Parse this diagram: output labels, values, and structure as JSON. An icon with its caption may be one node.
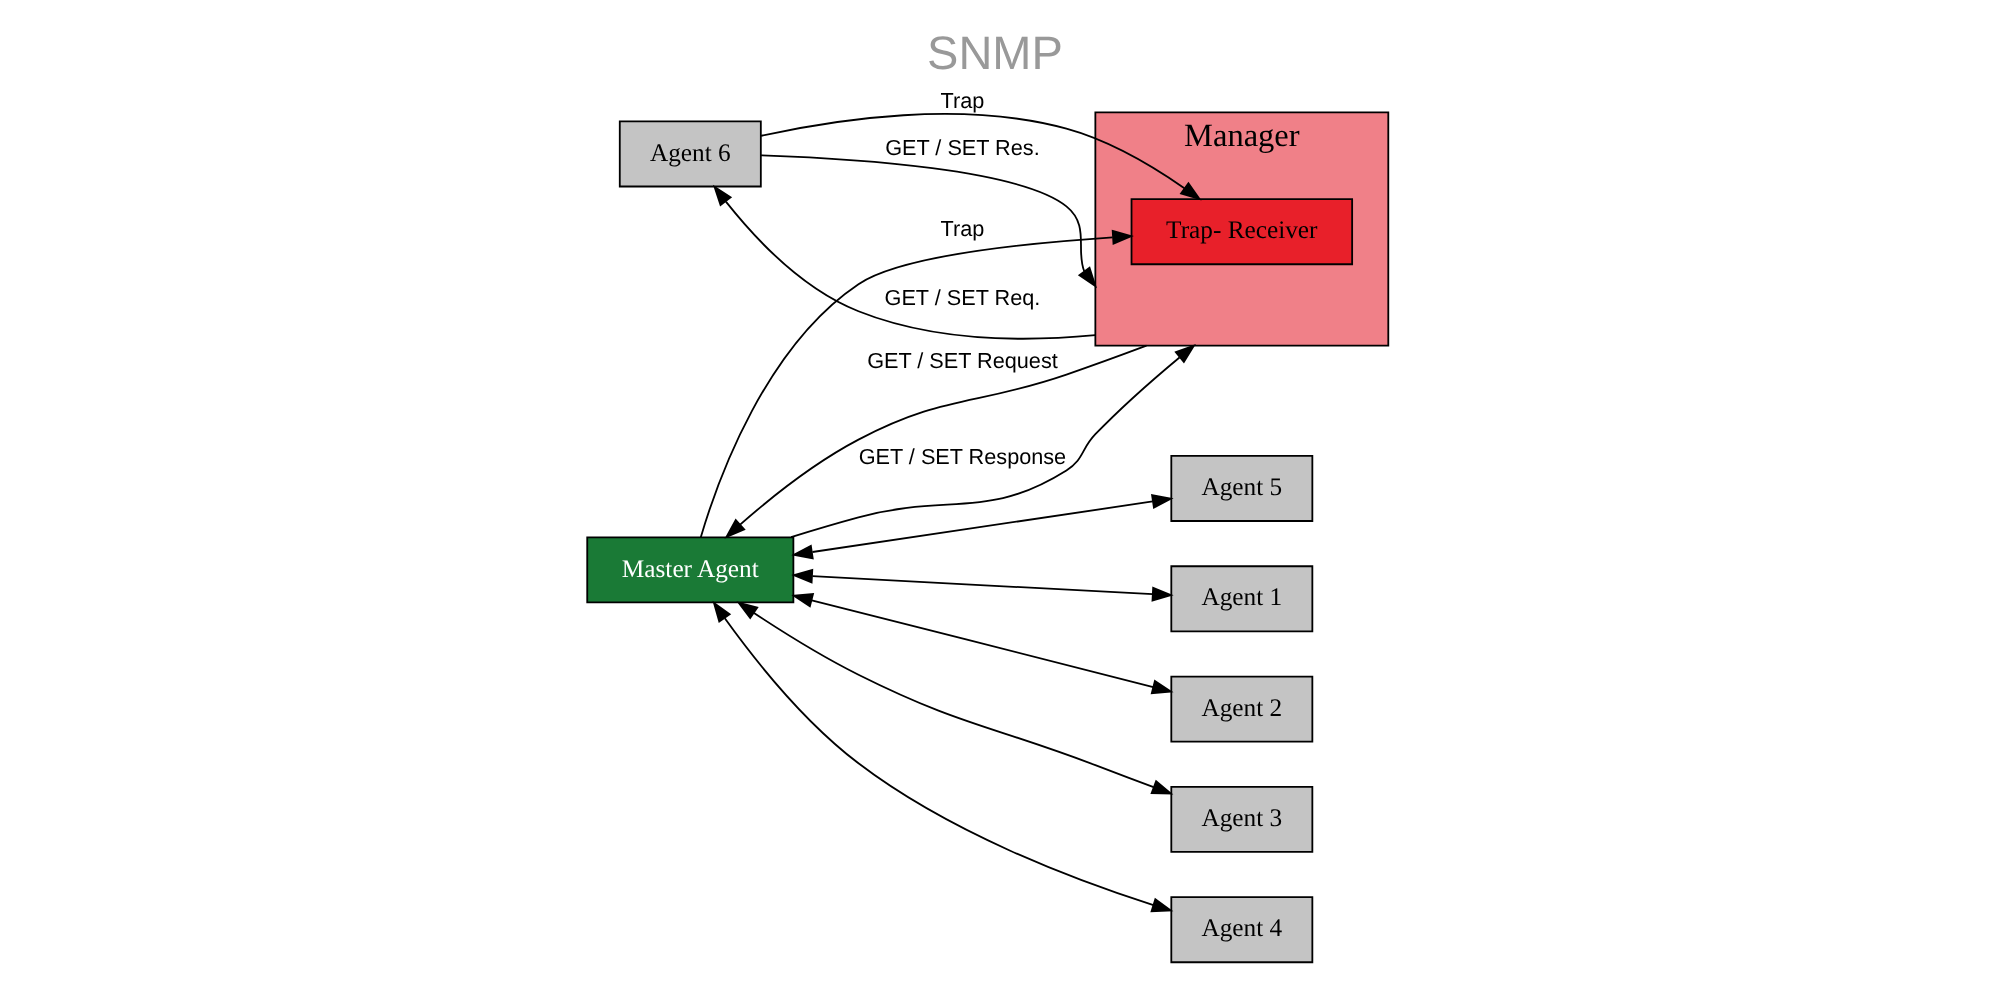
{
  "diagram": {
    "title": "SNMP",
    "nodes": [
      {
        "text": [
          "Manager"
        ]
      },
      {
        "text": [
          "Trap- Receiver"
        ],
        "in": 0
      },
      {
        "text": [
          "Master Agent"
        ]
      },
      {
        "text": [
          "Agent 1"
        ]
      },
      {
        "text": [
          "Agent 2"
        ]
      },
      {
        "text": [
          "Agent 3"
        ]
      },
      {
        "text": [
          "Agent 4"
        ]
      },
      {
        "text": [
          "Agent 5"
        ]
      },
      {
        "text": [
          "Agent 6"
        ]
      }
    ],
    "edges": [
      {
        "from": 0,
        "to": 2,
        "arrow": "to",
        "label": "GET / SET Request"
      },
      {
        "from": 2,
        "to": 0,
        "arrow": "to",
        "label": "GET / SET Response"
      },
      {
        "from": 2,
        "to": 1,
        "arrow": "to",
        "label": "Trap"
      },
      {
        "from": 2,
        "to": 3,
        "arrow": "both"
      },
      {
        "from": 2,
        "to": 4,
        "arrow": "both"
      },
      {
        "from": 2,
        "to": 5,
        "arrow": "both"
      },
      {
        "from": 2,
        "to": 6,
        "arrow": "both"
      },
      {
        "from": 2,
        "to": 7,
        "arrow": "both"
      },
      {
        "from": 0,
        "to": 8,
        "arrow": "to",
        "label": "GET / SET Req."
      },
      {
        "from": 8,
        "to": 0,
        "arrow": "to",
        "label": "GET / SET Res."
      },
      {
        "from": 8,
        "to": 1,
        "arrow": "to",
        "label": "Trap"
      }
    ]
  }
}
